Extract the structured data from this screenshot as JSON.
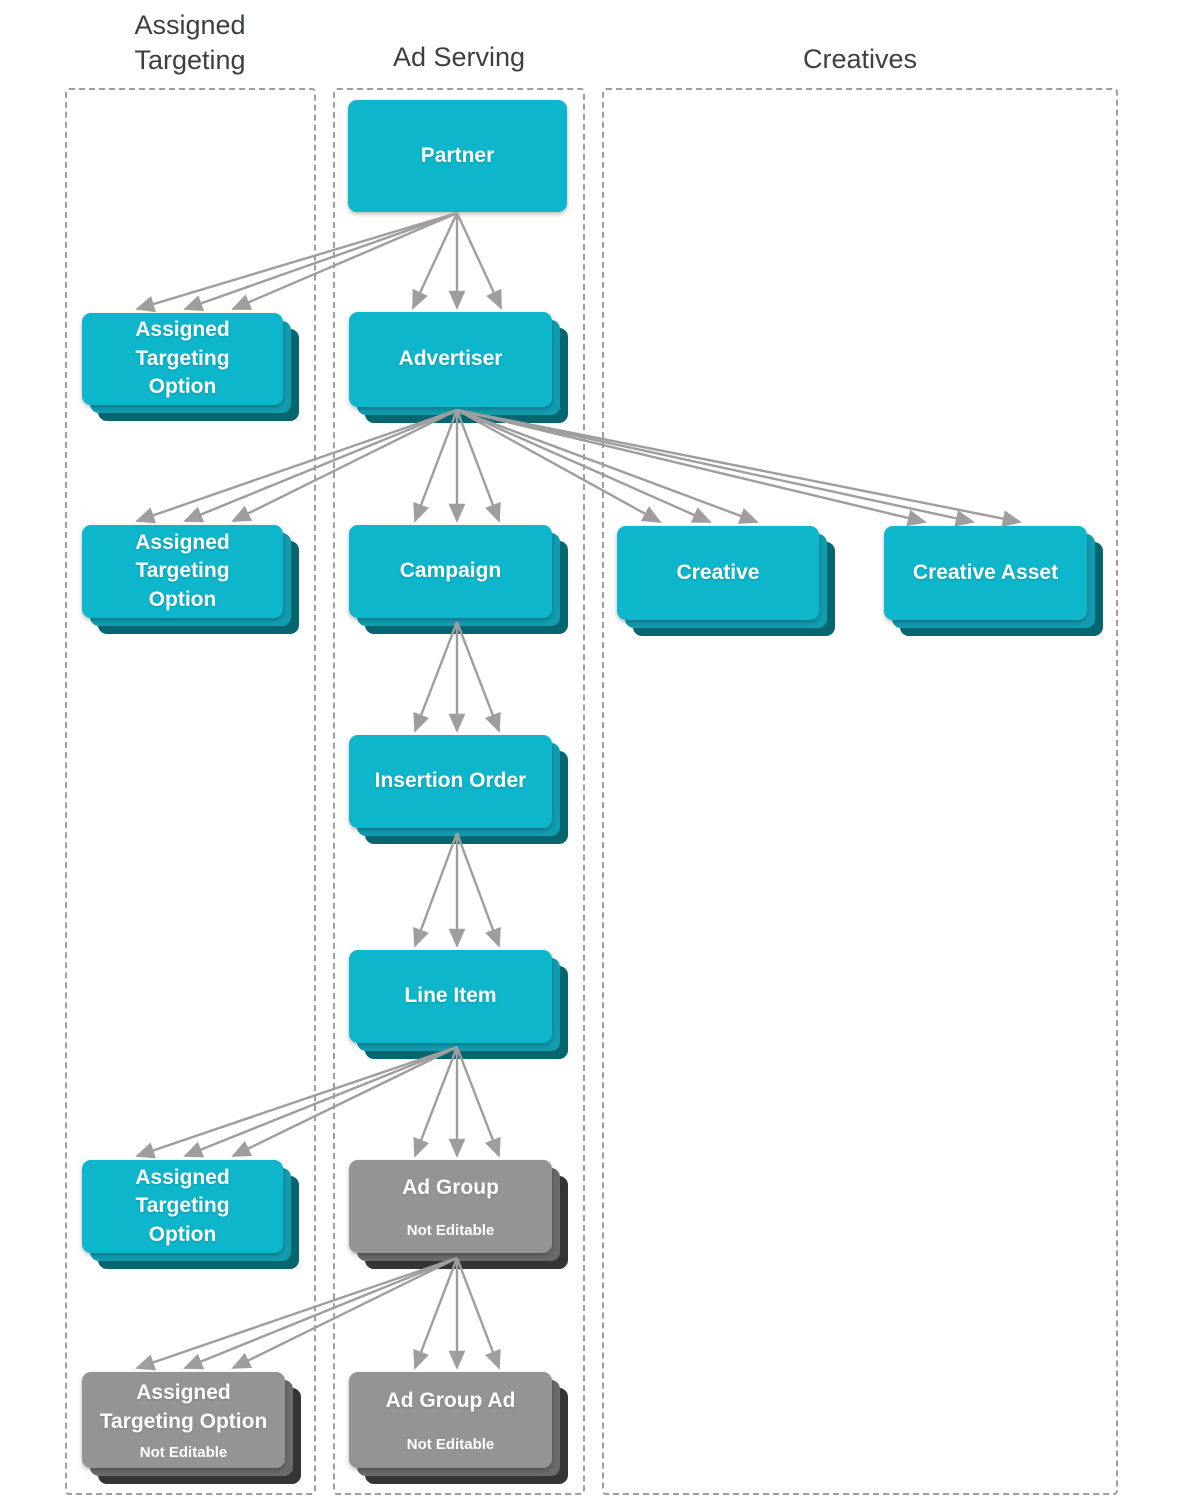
{
  "title": "Entity hierarchy diagram",
  "colors": {
    "cyan": "#0db6cb",
    "cyan_mid": "#129cb0",
    "cyan_dark": "#05666f",
    "gray": "#949494",
    "gray_mid": "#6b6b6b",
    "gray_dark": "#353535",
    "arrow": "#9e9e9e",
    "border_dash": "#9e9e9e",
    "header_text": "#3c4043",
    "box_text": "#ffffff"
  },
  "columns": [
    {
      "id": "assigned-targeting",
      "label": "Assigned Targeting"
    },
    {
      "id": "ad-serving",
      "label": "Ad Serving"
    },
    {
      "id": "creatives",
      "label": "Creatives"
    }
  ],
  "nodes": {
    "partner": {
      "label": "Partner",
      "type": "cyan",
      "stacked": false
    },
    "advertiser": {
      "label": "Advertiser",
      "type": "cyan",
      "stacked": true
    },
    "assigned_targeting_option_1": {
      "label": "Assigned\nTargeting\nOption",
      "type": "cyan",
      "stacked": true
    },
    "assigned_targeting_option_2": {
      "label": "Assigned\nTargeting\nOption",
      "type": "cyan",
      "stacked": true
    },
    "campaign": {
      "label": "Campaign",
      "type": "cyan",
      "stacked": true
    },
    "creative": {
      "label": "Creative",
      "type": "cyan",
      "stacked": true
    },
    "creative_asset": {
      "label": "Creative Asset",
      "type": "cyan",
      "stacked": true
    },
    "insertion_order": {
      "label": "Insertion Order",
      "type": "cyan",
      "stacked": true
    },
    "line_item": {
      "label": "Line Item",
      "type": "cyan",
      "stacked": true
    },
    "assigned_targeting_option_3": {
      "label": "Assigned\nTargeting\nOption",
      "type": "cyan",
      "stacked": true
    },
    "ad_group": {
      "label": "Ad Group",
      "sublabel": "Not Editable",
      "type": "gray",
      "stacked": true
    },
    "assigned_targeting_option_4": {
      "label": "Assigned\nTargeting Option",
      "sublabel": "Not Editable",
      "type": "gray",
      "stacked": true
    },
    "ad_group_ad": {
      "label": "Ad Group Ad",
      "sublabel": "Not Editable",
      "type": "gray",
      "stacked": true
    }
  },
  "edges": [
    {
      "from": "partner",
      "to": "assigned_targeting_option_1"
    },
    {
      "from": "partner",
      "to": "advertiser"
    },
    {
      "from": "advertiser",
      "to": "assigned_targeting_option_2"
    },
    {
      "from": "advertiser",
      "to": "campaign"
    },
    {
      "from": "advertiser",
      "to": "creative"
    },
    {
      "from": "advertiser",
      "to": "creative_asset"
    },
    {
      "from": "campaign",
      "to": "insertion_order"
    },
    {
      "from": "insertion_order",
      "to": "line_item"
    },
    {
      "from": "line_item",
      "to": "assigned_targeting_option_3"
    },
    {
      "from": "line_item",
      "to": "ad_group"
    },
    {
      "from": "ad_group",
      "to": "assigned_targeting_option_4"
    },
    {
      "from": "ad_group",
      "to": "ad_group_ad"
    }
  ]
}
